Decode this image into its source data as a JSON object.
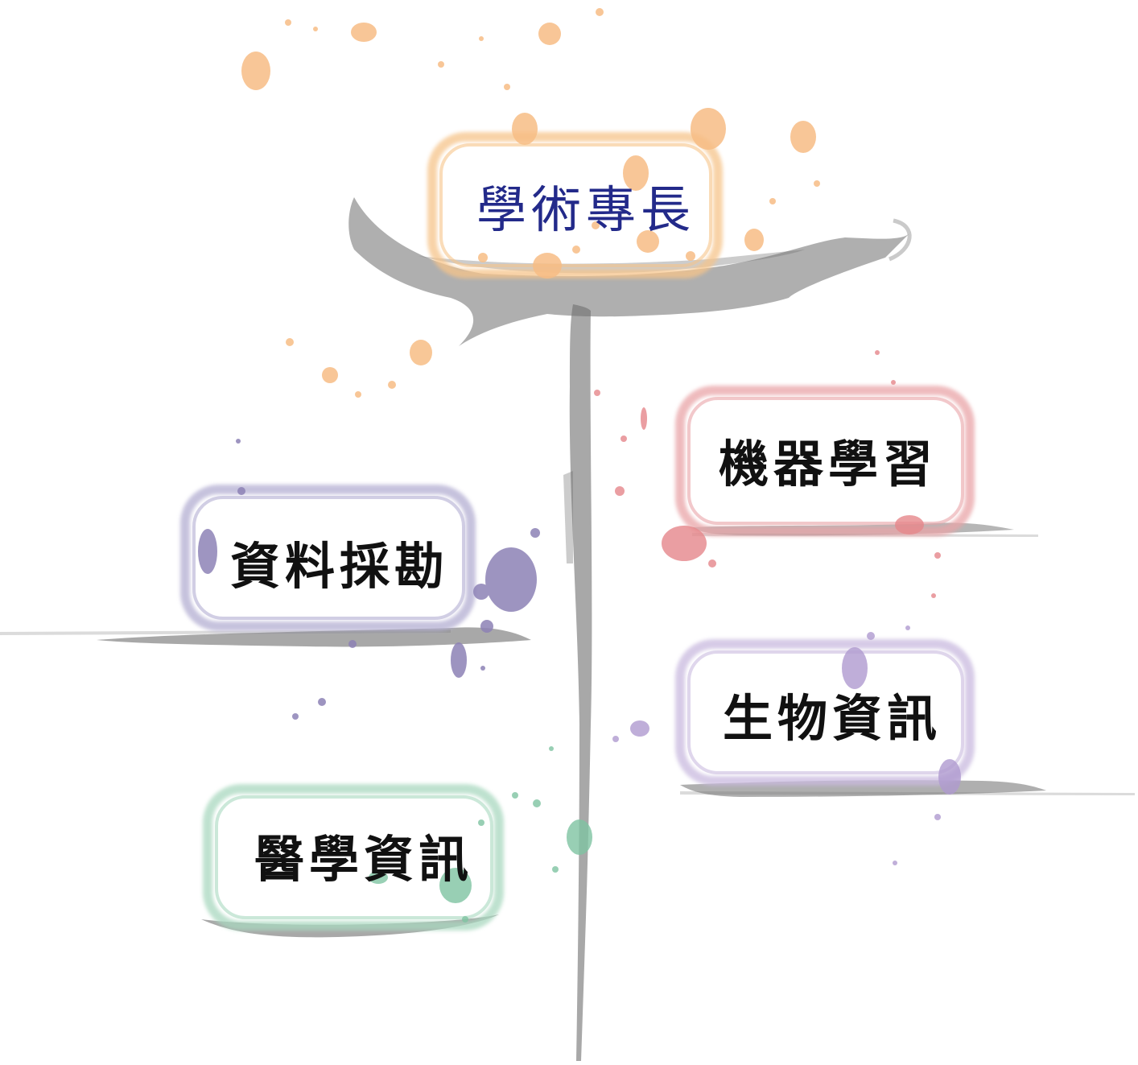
{
  "diagram": {
    "root": {
      "label": "學術專長",
      "color": "#f6b470",
      "text_color": "#232a8a"
    },
    "branches": [
      {
        "id": "ml",
        "label": "機器學習",
        "color": "#e6878b"
      },
      {
        "id": "dm",
        "label": "資料採勘",
        "color": "#8d82b6"
      },
      {
        "id": "bio",
        "label": "生物資訊",
        "color": "#b09bd0"
      },
      {
        "id": "med",
        "label": "醫學資訊",
        "color": "#7fc4a2"
      }
    ]
  }
}
